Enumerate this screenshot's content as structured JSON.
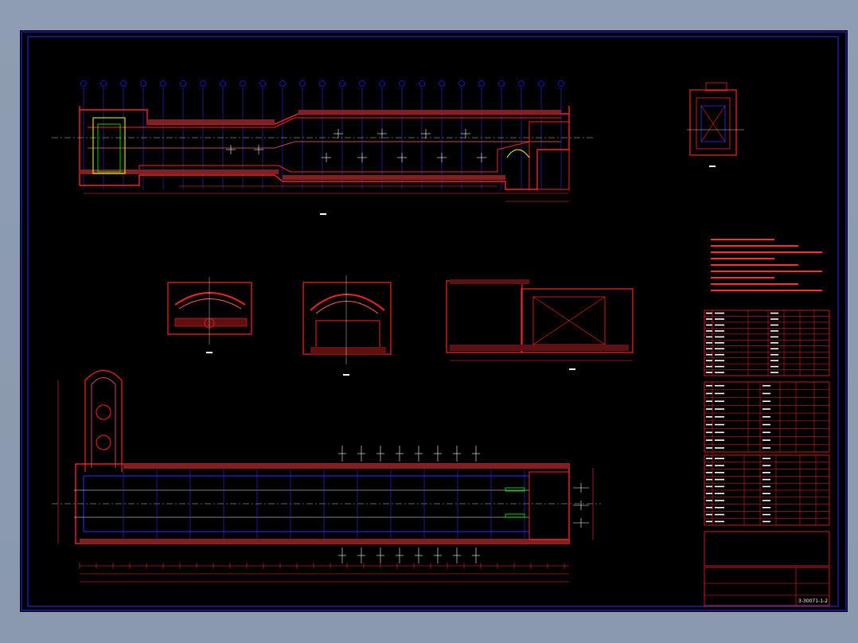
{
  "app": {
    "background_color": "#8c9cb0",
    "viewport_color": "#000000"
  },
  "drawing": {
    "colors": {
      "frame": "#1a1aff",
      "outline": "#ff2020",
      "grid": "#3a3aff",
      "hatch": "#ff4040",
      "dimension": "#ff3030",
      "centerline": "#ffffff",
      "highlight_yellow": "#ffff00",
      "highlight_green": "#00ff00",
      "text": "#ffffff"
    },
    "title_block": {
      "drawing_number": "3-30071-1-2",
      "rows_upper": 11,
      "rows_middle": 9,
      "rows_lower": 10
    },
    "views": [
      "top-section-view",
      "side-section-view",
      "cross-section-1",
      "cross-section-2",
      "cross-section-3",
      "plan-view"
    ]
  }
}
